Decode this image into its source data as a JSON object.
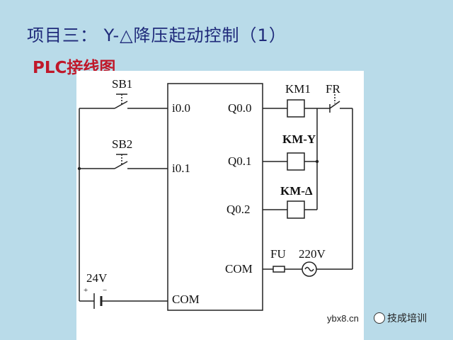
{
  "slide": {
    "title": "项目三： Y-△降压起动控制（1）",
    "subtitle": "PLC接线图"
  },
  "diagram": {
    "inputs": [
      {
        "switch": "SB1",
        "terminal": "i0.0"
      },
      {
        "switch": "SB2",
        "terminal": "i0.1"
      }
    ],
    "input_common": "COM",
    "supply": {
      "voltage": "24V",
      "plus": "+",
      "minus": "−"
    },
    "outputs": [
      {
        "terminal": "Q0.0",
        "coil": "KM1"
      },
      {
        "terminal": "Q0.1",
        "coil": "KM-Y"
      },
      {
        "terminal": "Q0.2",
        "coil": "KM-Δ"
      }
    ],
    "overload_relay": "FR",
    "output_common": "COM",
    "fuse": "FU",
    "ac_source": "220V"
  },
  "watermark": {
    "site": "ybx8.cn",
    "brand": "技成培训"
  }
}
